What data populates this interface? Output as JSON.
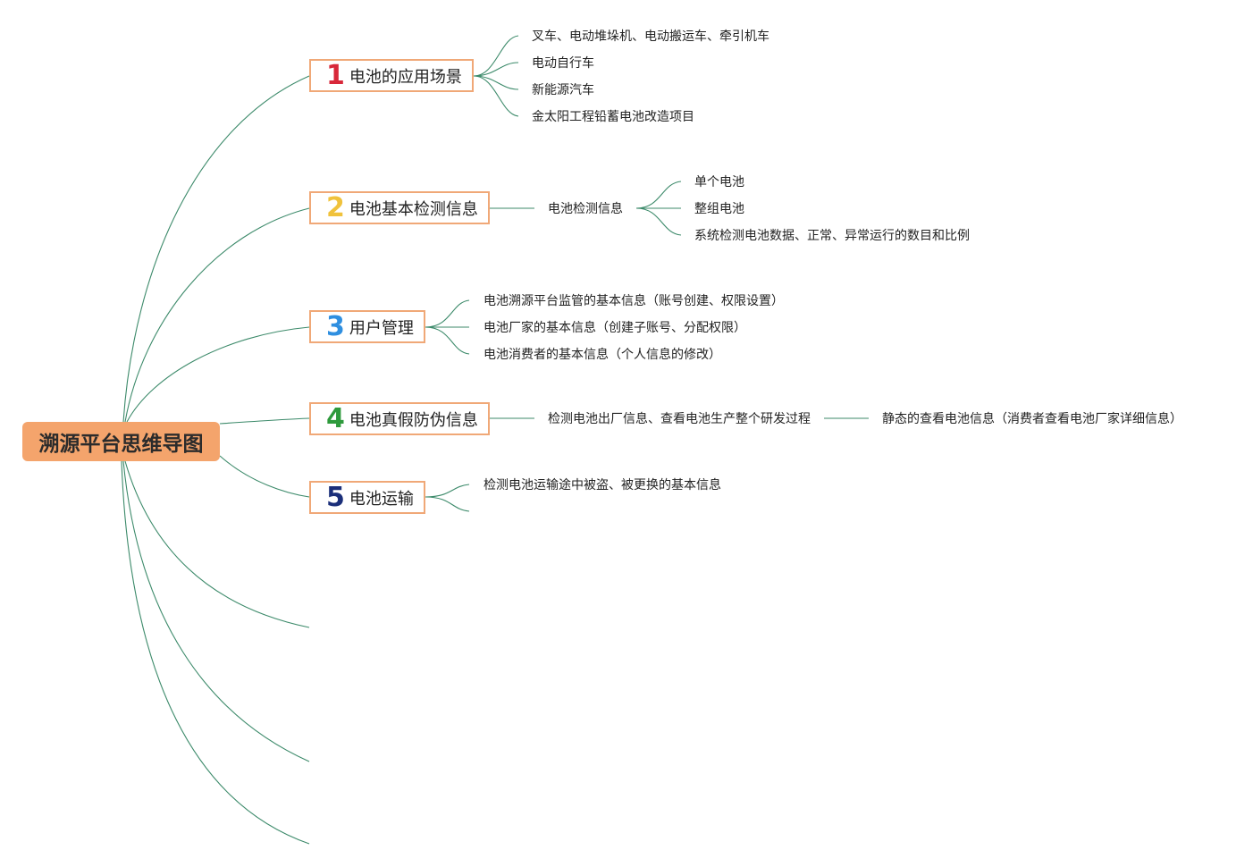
{
  "root": {
    "label": "溯源平台思维导图"
  },
  "branches": [
    {
      "number": "1",
      "color": "#d8283a",
      "label": "电池的应用场景",
      "children": [
        "叉车、电动堆垛机、电动搬运车、牵引机车",
        "电动自行车",
        "新能源汽车",
        "金太阳工程铅蓄电池改造项目"
      ]
    },
    {
      "number": "2",
      "color": "#f0c23c",
      "label": "电池基本检测信息",
      "child": "电池检测信息",
      "grandchildren": [
        "单个电池",
        "整组电池",
        "系统检测电池数据、正常、异常运行的数目和比例"
      ]
    },
    {
      "number": "3",
      "color": "#2f8fe0",
      "label": "用户管理",
      "children": [
        "电池溯源平台监管的基本信息（账号创建、权限设置）",
        "电池厂家的基本信息（创建子账号、分配权限）",
        "电池消费者的基本信息（个人信息的修改）"
      ]
    },
    {
      "number": "4",
      "color": "#2e9a3c",
      "label": "电池真假防伪信息",
      "child": "检测电池出厂信息、查看电池生产整个研发过程",
      "grandchild": "静态的查看电池信息（消费者查看电池厂家详细信息）"
    },
    {
      "number": "5",
      "color": "#1b2f7a",
      "label": "电池运输",
      "children": [
        "检测电池运输途中被盗、被更换的基本信息"
      ]
    }
  ]
}
